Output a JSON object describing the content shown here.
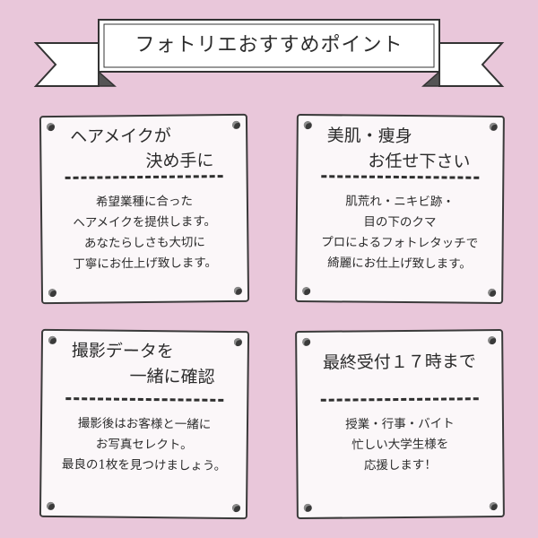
{
  "banner": {
    "title": "フォトリエおすすめポイント"
  },
  "cards": [
    {
      "heading": [
        "ヘアメイクが",
        "決め手に"
      ],
      "body": [
        "希望業種に合った",
        "ヘアメイクを提供します。",
        "あなたらしさも大切に",
        "丁寧にお仕上げ致します。"
      ]
    },
    {
      "heading": [
        "美肌・痩身",
        "お任せ下さい"
      ],
      "body": [
        "肌荒れ・ニキビ跡・",
        "目の下のクマ",
        "プロによるフォトレタッチで",
        "綺麗にお仕上げ致します。"
      ]
    },
    {
      "heading": [
        "撮影データを",
        "一緒に確認"
      ],
      "body": [
        "撮影後はお客様と一緒に",
        "お写真セレクト。",
        "最良の1枚を見つけましょう。"
      ]
    },
    {
      "heading": [
        "最終受付１７時まで"
      ],
      "body": [
        "授業・行事・バイト",
        "忙しい大学生様を",
        "応援します！"
      ]
    }
  ]
}
